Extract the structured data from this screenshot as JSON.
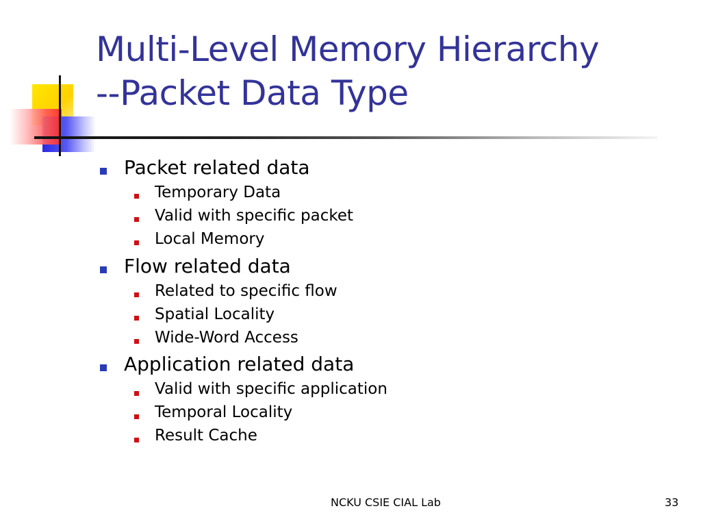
{
  "slide": {
    "title_lines": [
      "Multi-Level Memory Hierarchy",
      "--Packet Data Type"
    ],
    "colors": {
      "title": "#333399",
      "level1_bullet": "#2b3bb8",
      "level2_bullet": "#d01010"
    },
    "bullets": [
      {
        "text": "Packet related data",
        "sub": [
          "Temporary Data",
          "Valid with specific packet",
          "Local Memory"
        ]
      },
      {
        "text": "Flow related data",
        "sub": [
          "Related to specific flow",
          "Spatial Locality",
          "Wide-Word Access"
        ]
      },
      {
        "text": "Application related data",
        "sub": [
          "Valid with specific application",
          "Temporal Locality",
          "Result Cache"
        ]
      }
    ],
    "footer": {
      "center": "NCKU CSIE CIAL Lab",
      "page": "33"
    }
  }
}
